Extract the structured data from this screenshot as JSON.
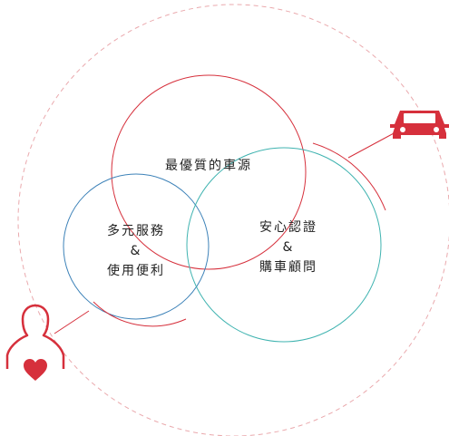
{
  "diagram": {
    "top_label": "最優質的車源",
    "left_label": {
      "line1": "多元服務",
      "line2": "&",
      "line3": "使用便利"
    },
    "right_label": {
      "line1": "安心認證",
      "line2": "&",
      "line3": "購車顧問"
    }
  },
  "colors": {
    "red": "#d6303c",
    "blue": "#3d82b8",
    "teal": "#3fb3b0",
    "dashed_ring": "#eaa9ad",
    "text": "#222222"
  },
  "icons": {
    "car": "car-icon",
    "person": "person-heart-icon"
  }
}
